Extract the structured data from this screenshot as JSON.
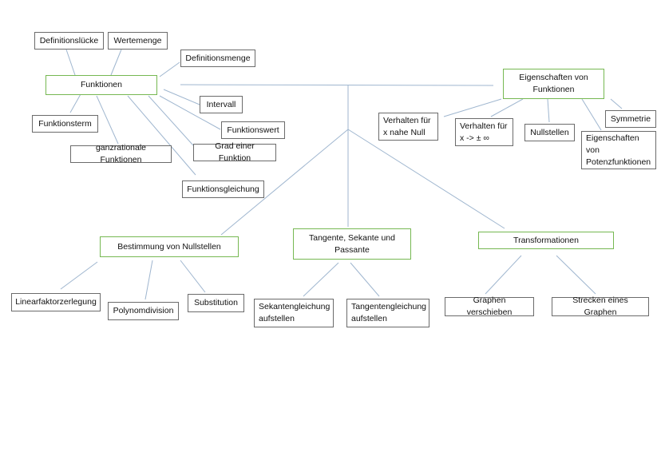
{
  "colors": {
    "edge": "#9fb6cf",
    "main_border": "#76b852",
    "node_border": "#6b6b6b"
  },
  "nodes": {
    "funktionen": "Funktionen",
    "definitionsluecke": "Definitionslücke",
    "wertemenge": "Wertemenge",
    "definitionsmenge": "Definitionsmenge",
    "intervall": "Intervall",
    "funktionswert": "Funktionswert",
    "funktionsterm": "Funktionsterm",
    "ganzrationale": "ganzrationale Funktionen",
    "grad": "Grad einer Funktion",
    "funktionsgleichung": "Funktionsgleichung",
    "eigenschaften": "Eigenschaften von\nFunktionen",
    "verhalten_null": "Verhalten für\nx nahe Null",
    "verhalten_unendlich": "Verhalten für\nx -> ± ∞",
    "nullstellen": "Nullstellen",
    "symmetrie": "Symmetrie",
    "potenzfunktionen": "Eigenschaften\nvon\nPotenzfunktionen",
    "bestimmung": "Bestimmung von Nullstellen",
    "linearfaktor": "Linearfaktorzerlegung",
    "polynomdivision": "Polynomdivision",
    "substitution": "Substitution",
    "tangente": "Tangente, Sekante und\nPassante",
    "sekantengleichung": "Sekantengleichung\naufstellen",
    "tangentengleichung": "Tangentengleichung\naufstellen",
    "transformationen": "Transformationen",
    "verschieben": "Graphen verschieben",
    "strecken": "Strecken eines Graphen"
  }
}
